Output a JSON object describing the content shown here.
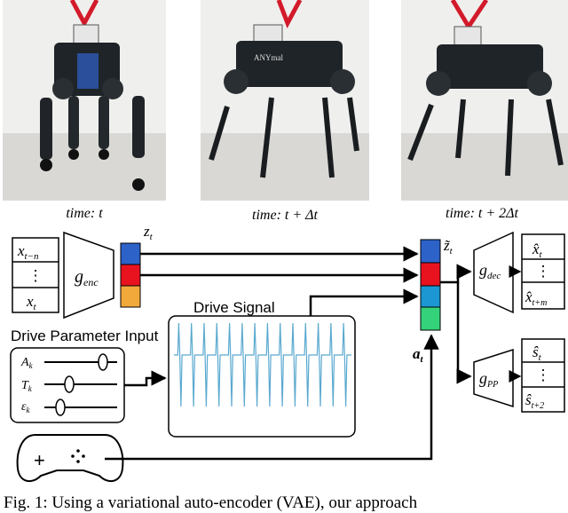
{
  "photos": [
    {
      "time_label": "time: t"
    },
    {
      "time_label": "time: t + Δt"
    },
    {
      "time_label": "time: t + 2Δt"
    },
    {
      "logo_text": "ANYmal"
    }
  ],
  "diagram": {
    "history": [
      "x",
      "⋮",
      "x"
    ],
    "history_subs": [
      "t−n",
      "t"
    ],
    "encoder": {
      "name": "g",
      "sub": "enc"
    },
    "latent_label": {
      "name": "z",
      "sub": "t"
    },
    "latent_tilde": {
      "name": "z̃",
      "sub": "t"
    },
    "action_label": {
      "name": "a",
      "sub": "t"
    },
    "drive_signal_title": "Drive Signal",
    "drive_param_title": "Drive Parameter Input",
    "params": [
      {
        "name": "A",
        "sub": "k"
      },
      {
        "name": "T",
        "sub": "k"
      },
      {
        "name": "ε",
        "sub": "k"
      }
    ],
    "decoder": {
      "name": "g",
      "sub": "dec"
    },
    "decoder_out": [
      "x̂",
      "⋮",
      "x̂"
    ],
    "decoder_out_subs": [
      "t",
      "t+m"
    ],
    "predictor": {
      "name": "g",
      "sub": "PP"
    },
    "predictor_out": [
      "ŝ",
      "⋮",
      "ŝ"
    ],
    "predictor_out_subs": [
      "t",
      "t+2"
    ],
    "gamepad_plus": "+"
  },
  "caption": "Fig. 1: Using a variational auto-encoder (VAE), our approach",
  "colors": {
    "blue": "#2d62c9",
    "red": "#e8131f",
    "orange": "#f2a93b",
    "teal": "#1c97d3",
    "green": "#34d27a",
    "signal": "#5aa9cf"
  }
}
